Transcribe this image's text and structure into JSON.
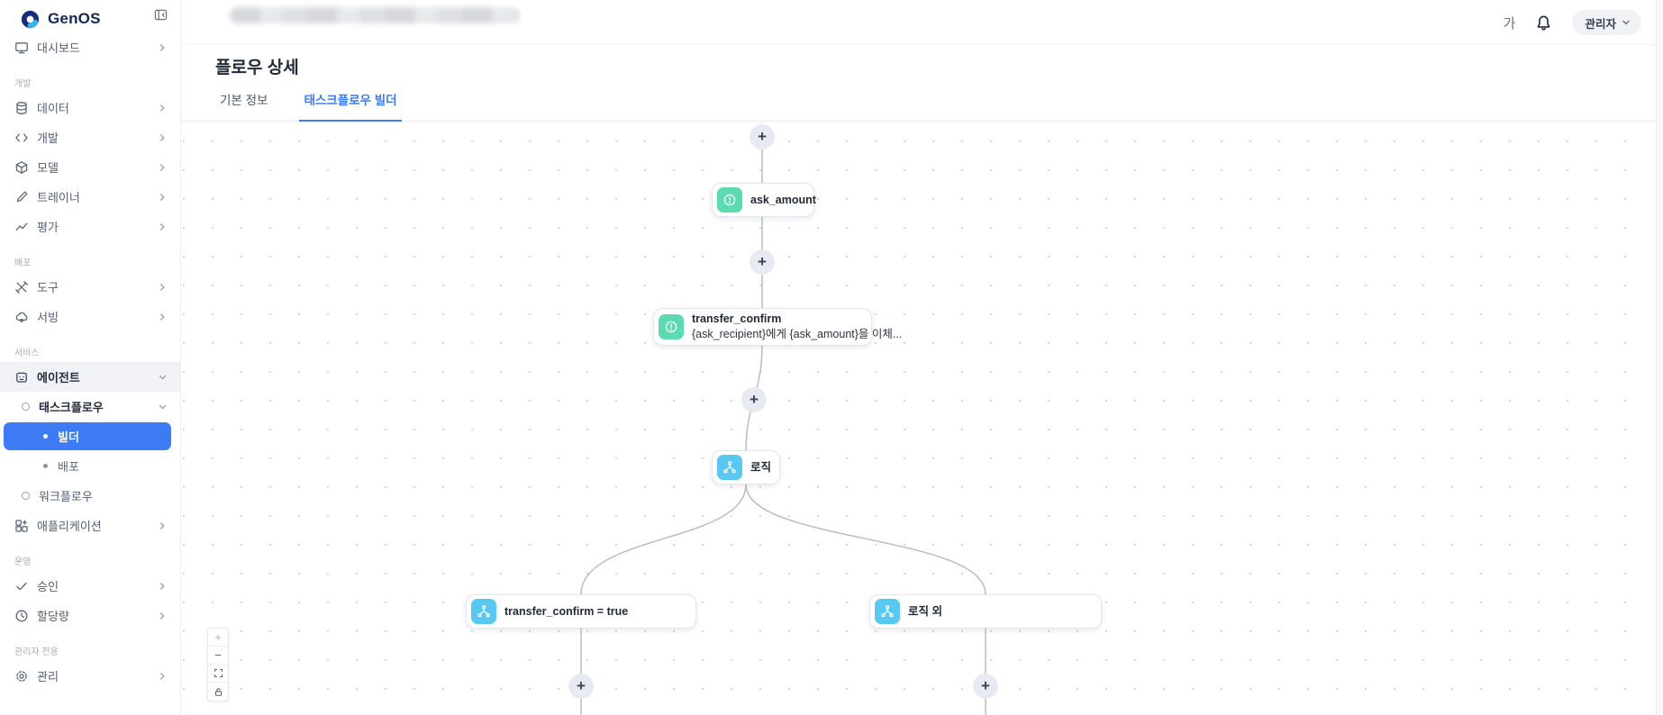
{
  "app": {
    "brand": "GenOS"
  },
  "topbar": {
    "font_size_label": "가",
    "user_menu_label": "관리자"
  },
  "sidebar": {
    "items": [
      {
        "kind": "item",
        "icon": "monitor-icon",
        "label": "대시보드"
      },
      {
        "kind": "section",
        "label": "개발"
      },
      {
        "kind": "item",
        "icon": "database-icon",
        "label": "데이터"
      },
      {
        "kind": "item",
        "icon": "code-icon",
        "label": "개발"
      },
      {
        "kind": "item",
        "icon": "cube-icon",
        "label": "모델"
      },
      {
        "kind": "item",
        "icon": "pencil-icon",
        "label": "트레이너"
      },
      {
        "kind": "item",
        "icon": "chart-icon",
        "label": "평가"
      },
      {
        "kind": "section",
        "label": "배포"
      },
      {
        "kind": "item",
        "icon": "tools-icon",
        "label": "도구"
      },
      {
        "kind": "item",
        "icon": "cloud-icon",
        "label": "서빙"
      },
      {
        "kind": "section",
        "label": "서비스"
      },
      {
        "kind": "item",
        "icon": "robot-icon",
        "label": "에이전트",
        "state": "expanded-highlighted"
      },
      {
        "kind": "subitem",
        "icon": "circle-icon",
        "label": "태스크플로우",
        "state": "expanded"
      },
      {
        "kind": "leaf",
        "label": "빌더",
        "selected": true
      },
      {
        "kind": "leaf",
        "label": "배포"
      },
      {
        "kind": "subitem",
        "icon": "circle-icon",
        "label": "워크플로우"
      },
      {
        "kind": "item",
        "icon": "grid-plus-icon",
        "label": "애플리케이션"
      },
      {
        "kind": "section",
        "label": "운영"
      },
      {
        "kind": "item",
        "icon": "check-icon",
        "label": "승인"
      },
      {
        "kind": "item",
        "icon": "clock-icon",
        "label": "할당량"
      },
      {
        "kind": "section",
        "label": "관리자 전용"
      },
      {
        "kind": "item",
        "icon": "gear-icon",
        "label": "관리"
      }
    ]
  },
  "page": {
    "title": "플로우 상세",
    "tabs": [
      {
        "label": "기본 정보",
        "active": false
      },
      {
        "label": "태스크플로우 빌더",
        "active": true
      }
    ]
  },
  "canvas": {
    "plus_glyph": "+",
    "nodes": {
      "ask": {
        "type": "prompt",
        "title": "ask_amount"
      },
      "confirm": {
        "type": "prompt",
        "title": "transfer_confirm",
        "subtitle": "{ask_recipient}에게 {ask_amount}을 이체..."
      },
      "logic": {
        "type": "logic",
        "title": "로직"
      },
      "branch_true": {
        "type": "logic",
        "title": "transfer_confirm = true"
      },
      "branch_else": {
        "type": "logic",
        "title": "로직 외"
      }
    },
    "controls": {
      "zoom_in": "+",
      "zoom_out": "−"
    }
  },
  "colors": {
    "accent_blue": "#3D7BF5",
    "node_green": "#5CDAB1",
    "node_blue": "#58C8F0",
    "danger_red": "#F05A5A",
    "edge_gray": "#B7BCC8"
  }
}
